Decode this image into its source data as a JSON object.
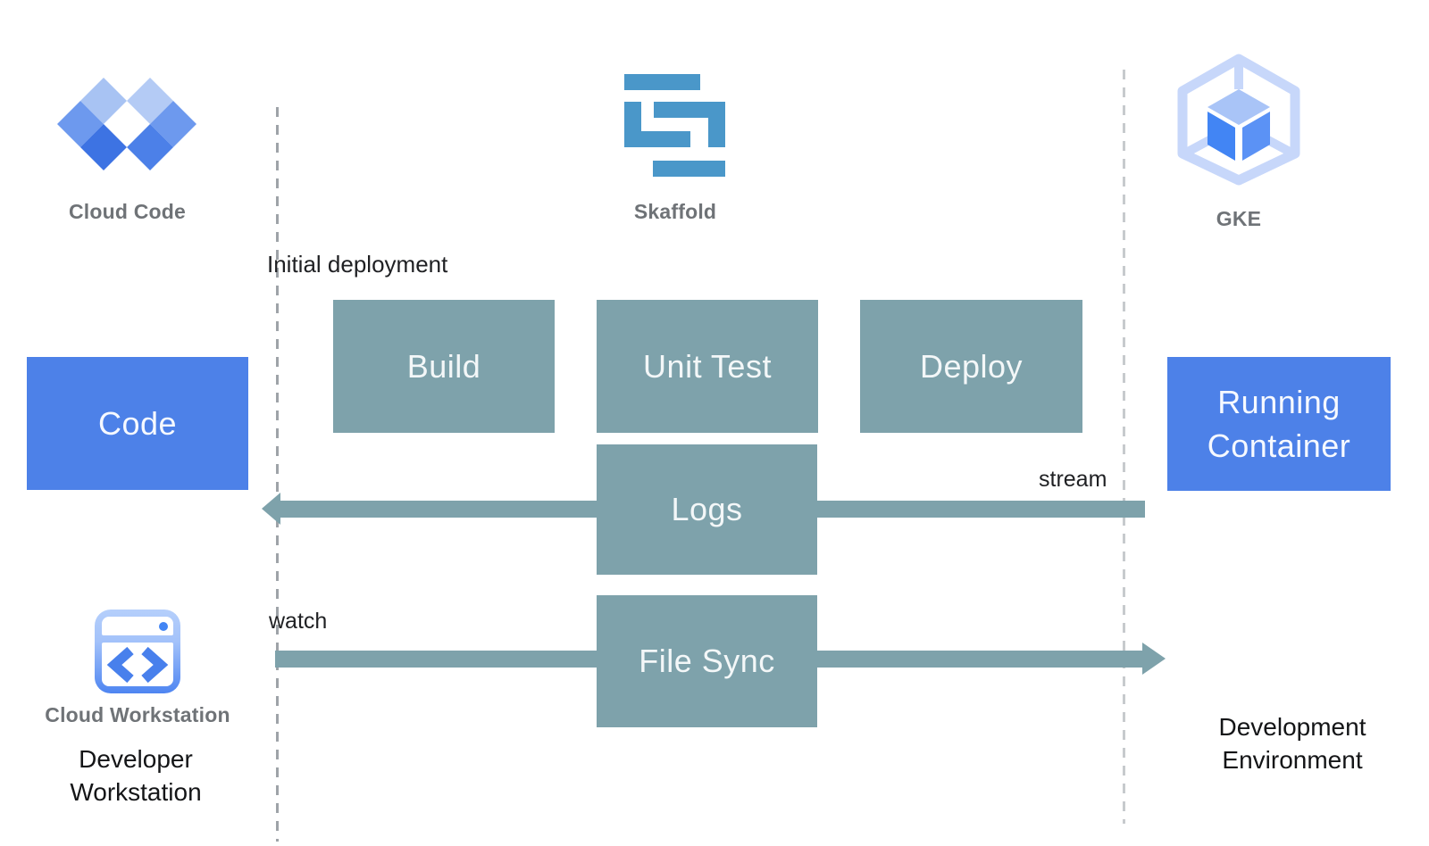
{
  "diagram": {
    "title_hidden": "",
    "icons": {
      "cloud_code": {
        "label": "Cloud Code"
      },
      "skaffold": {
        "label": "Skaffold"
      },
      "gke": {
        "label": "GKE"
      },
      "cloud_workstation": {
        "label": "Cloud Workstation"
      }
    },
    "nodes": {
      "code": "Code",
      "build": "Build",
      "unit_test": "Unit Test",
      "deploy": "Deploy",
      "logs": "Logs",
      "file_sync": "File Sync",
      "running_container": "Running Container"
    },
    "annotations": {
      "initial_deployment": "Initial deployment",
      "stream": "stream",
      "watch": "watch",
      "developer_workstation": "Developer Workstation",
      "development_environment": "Development Environment"
    },
    "colors": {
      "process_box_teal": "#7EA2AB",
      "artifact_box_blue": "#4D81E8",
      "skaffold_blue": "#4A97C9",
      "gke_light_blue": "#C7D7FA",
      "gke_cube_blue": "#4285F4",
      "icon_label_gray": "#6F7377",
      "dashed_line_gray": "#9EA3A8"
    }
  }
}
